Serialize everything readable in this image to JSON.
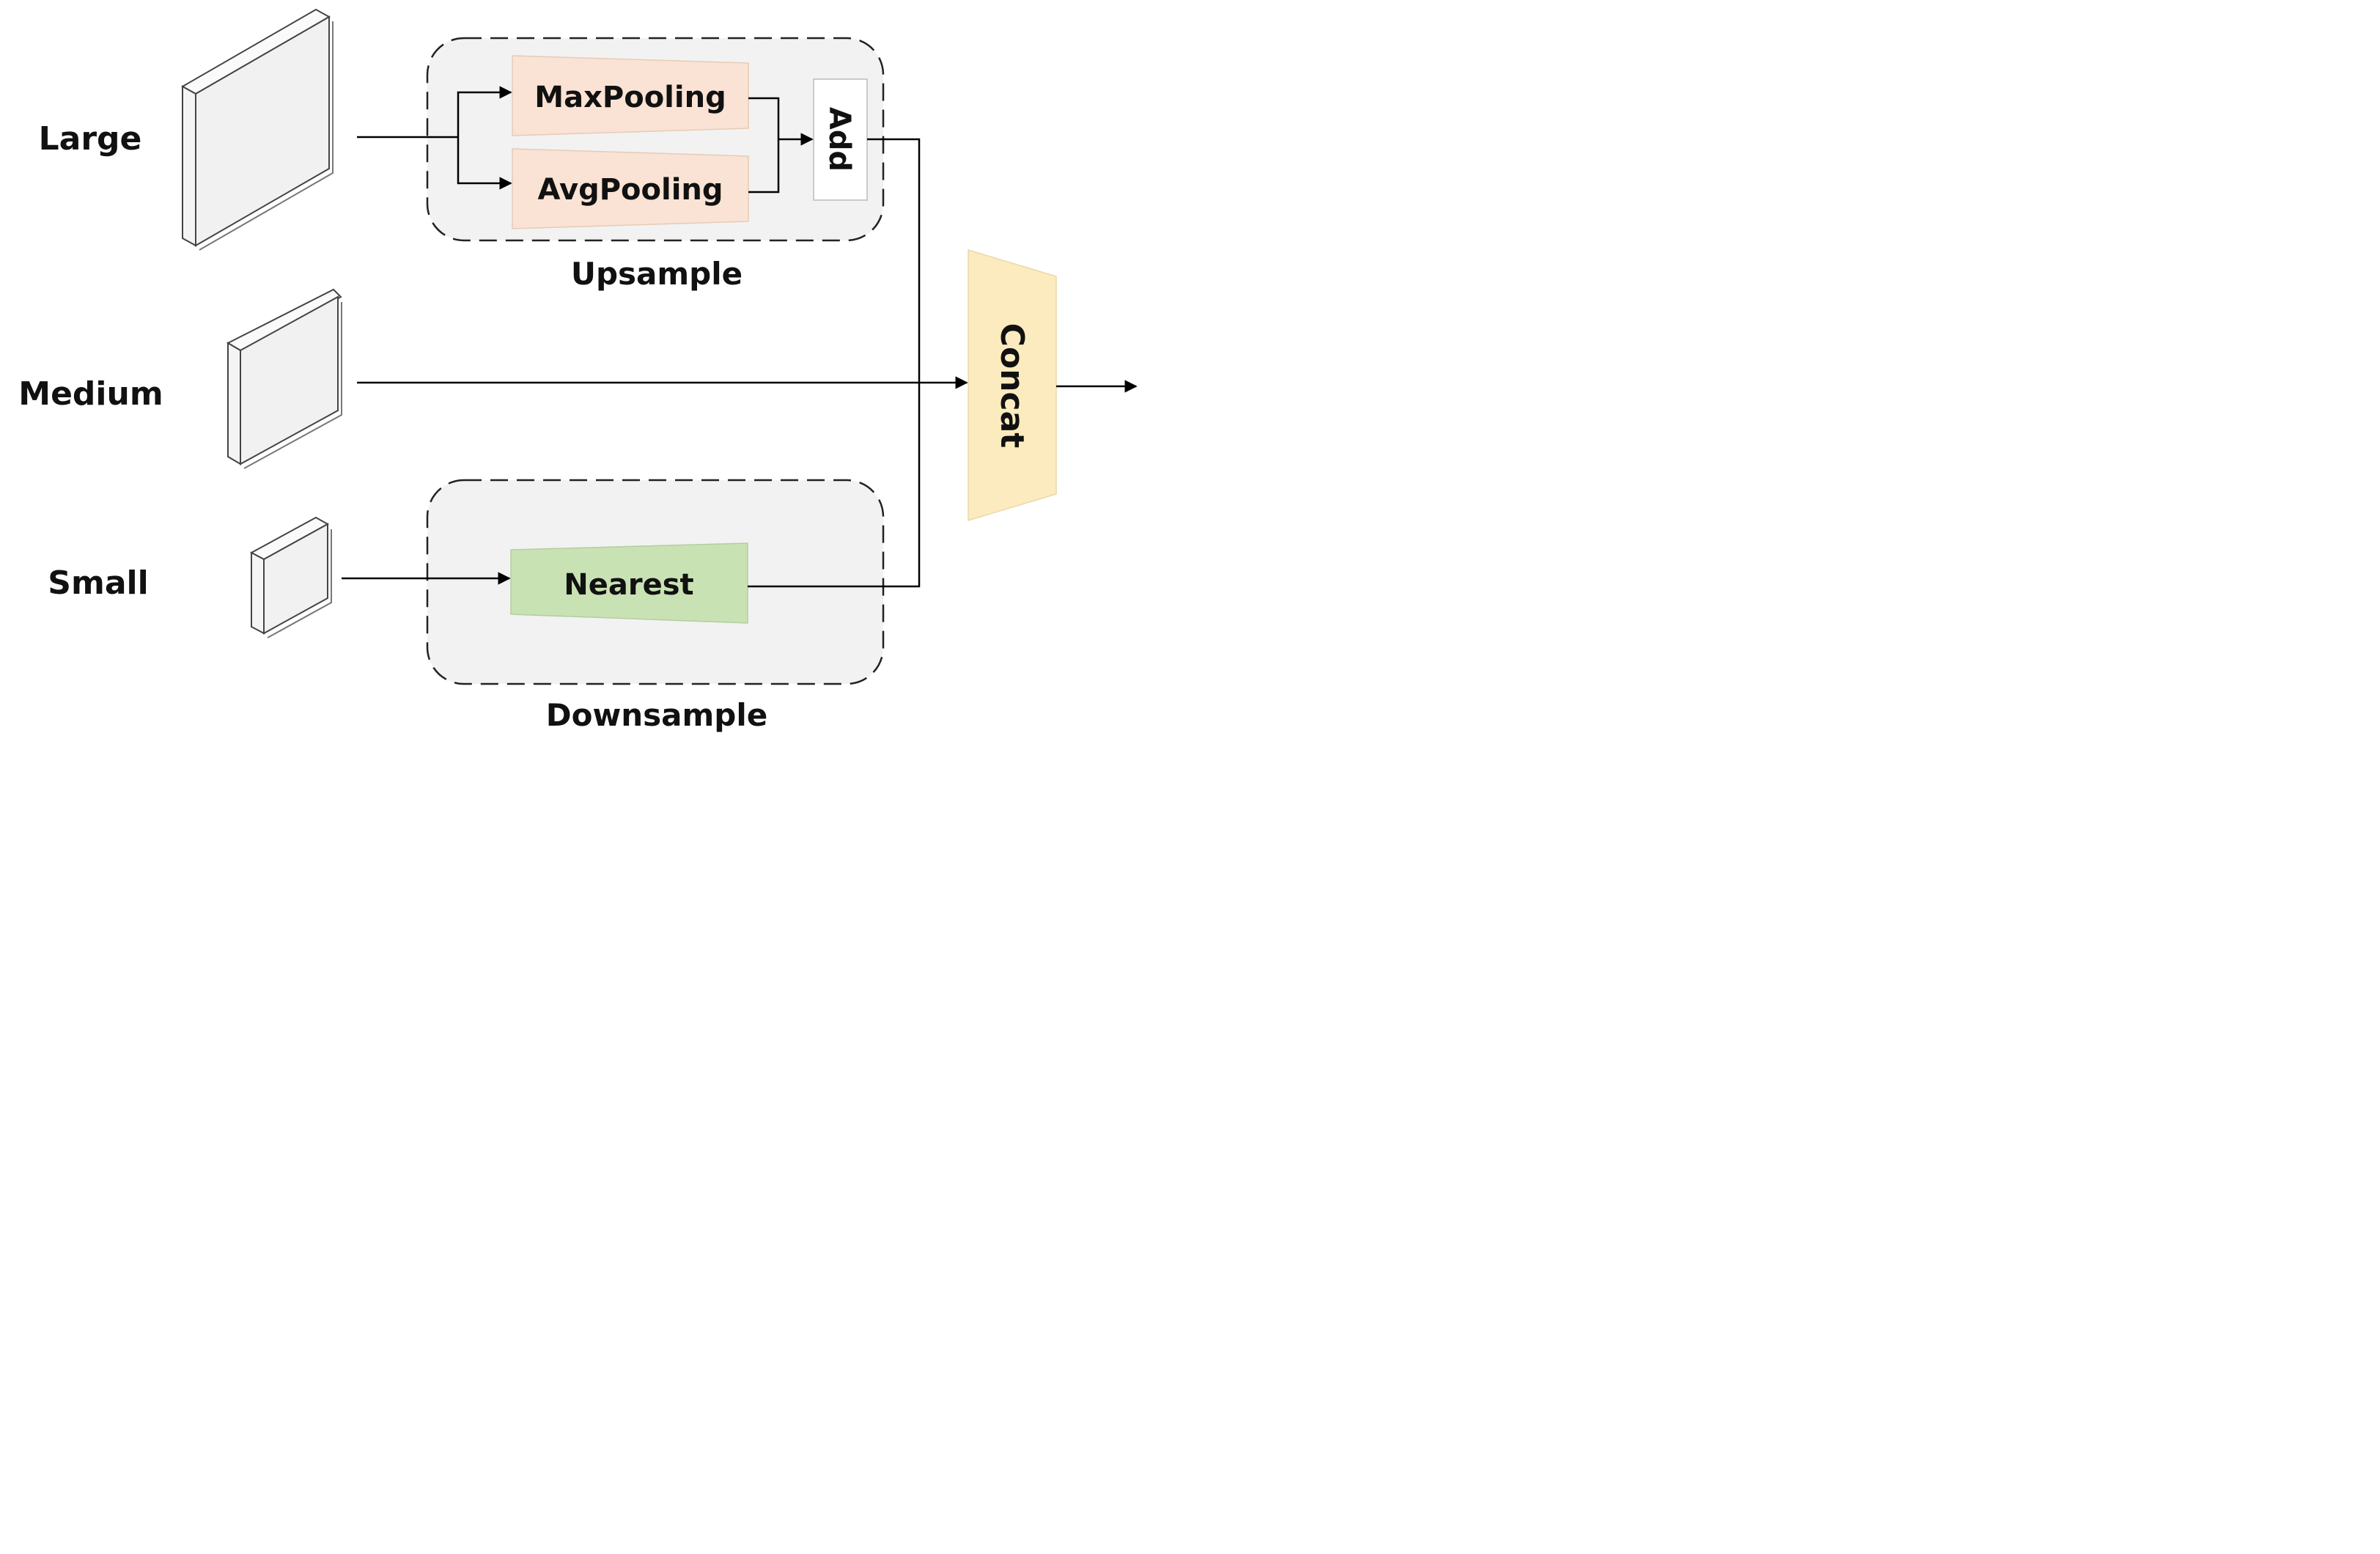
{
  "inputs": {
    "large": "Large",
    "medium": "Medium",
    "small": "Small"
  },
  "upsample_group": {
    "label": "Upsample",
    "maxpool": "MaxPooling",
    "avgpool": "AvgPooling",
    "add": "Add"
  },
  "downsample_group": {
    "label": "Downsample",
    "nearest": "Nearest"
  },
  "concat": "Concat",
  "colors": {
    "pool_fill": "#fae3d4",
    "nearest_fill": "#c9e2b4",
    "concat_fill": "#fcebbe",
    "group_fill": "#f2f2f2",
    "line": "#000000"
  }
}
